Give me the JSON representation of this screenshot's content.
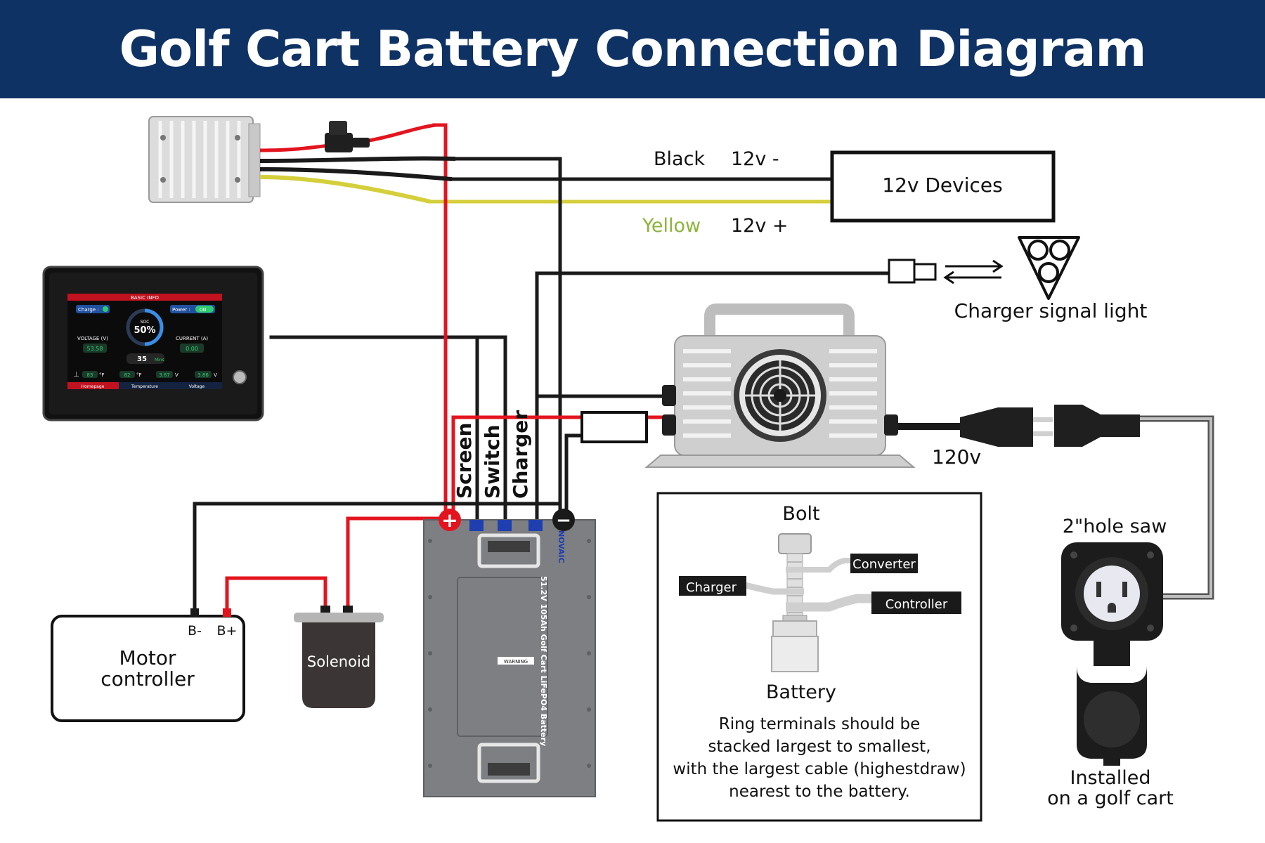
{
  "title": "Golf Cart Battery Connection Diagram",
  "colors": {
    "header_bg": "#0f3264",
    "wire_red": "#e3141e",
    "wire_black": "#1a1a1a",
    "wire_yellow": "#d4cf3a",
    "yellow_label": "#8cb43c",
    "battery_body": "#7d7f82",
    "terminal_blue": "#1f3fb0"
  },
  "wires": {
    "black_label": "Black",
    "black_voltage": "12v -",
    "yellow_label": "Yellow",
    "yellow_voltage": "12v +"
  },
  "devices_12v": "12v Devices",
  "charger_signal_light": "Charger signal light",
  "ac_voltage": "120v",
  "battery_leads": [
    "Screen",
    "Switch",
    "Charger"
  ],
  "motor_controller": {
    "line1": "Motor",
    "line2": "controller",
    "terminal_neg": "B-",
    "terminal_pos": "B+"
  },
  "solenoid": "Solenoid",
  "battery_label": "51.2V 105Ah Golf Cart LiFePO4 Battery",
  "battery_brand": "NOVAIC",
  "battery_warning": "WARNING",
  "display": {
    "header": "BASIC INFO",
    "charge": "Charge :",
    "power": "Power :",
    "power_state": "ON",
    "soc_label": "SOC",
    "soc": "50%",
    "voltage_label": "VOLTAGE (V)",
    "voltage": "53.58",
    "current_label": "CURRENT (A)",
    "current": "0.00",
    "minutes": "35",
    "minutes_unit": "Mins",
    "temp1": "83",
    "temp2": "82",
    "temp_unit": "°F",
    "cell1": "3.87",
    "cell2": "3.86",
    "cell_unit": "V",
    "tabs": [
      "Homepage",
      "Temperature",
      "Voltage"
    ]
  },
  "stack_box": {
    "bolt": "Bolt",
    "converter": "Converter",
    "charger": "Charger",
    "controller": "Controller",
    "battery": "Battery",
    "note": [
      "Ring terminals should be",
      "stacked largest to smallest,",
      "with the largest cable (highestdraw)",
      "nearest to the battery."
    ]
  },
  "hole_saw": "2\"hole saw",
  "installed": [
    "Installed",
    "on a golf cart"
  ]
}
